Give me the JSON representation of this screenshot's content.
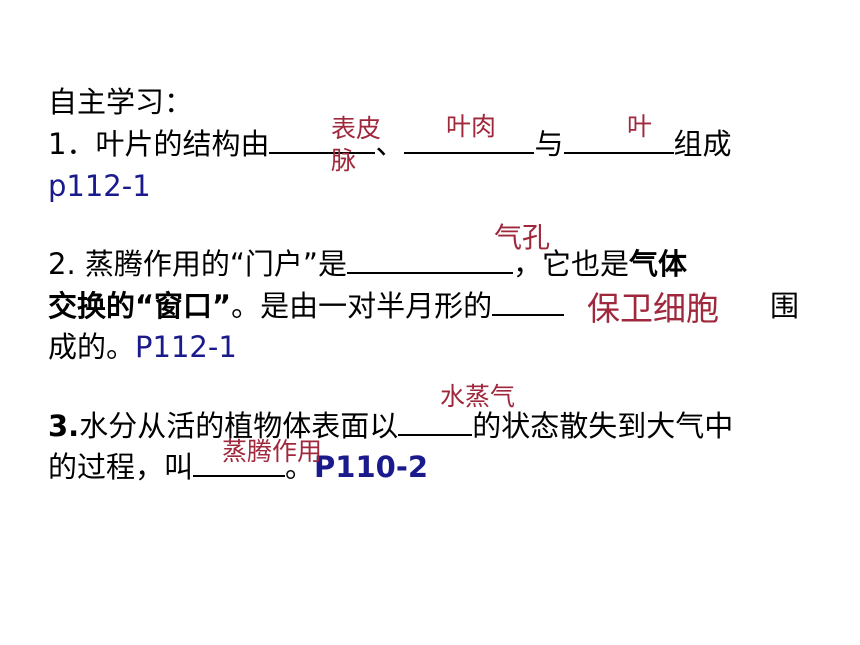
{
  "heading": "自主学习：",
  "q1": {
    "number": "1",
    "text_a": "．叶片的结构由",
    "sep1": "、",
    "sep2": "与",
    "text_b": "组成",
    "ref": "p112-1",
    "answer1_line1": "表皮",
    "answer1_line2": "脉",
    "answer2": "叶肉",
    "answer3": "叶"
  },
  "q2": {
    "number": "2",
    "text_a": ". 蒸腾作用的“门户”是",
    "text_b": "，它也是",
    "bold_a": "气体",
    "bold_b": "交换的“窗口”",
    "text_c": "。是由一对半月形的",
    "text_d": "围",
    "text_e": "成的。",
    "ref": "P112-1",
    "answer1": "气孔",
    "answer2": "保卫细胞"
  },
  "q3": {
    "number": "3.",
    "text_a": "水分从活的植物体表面以",
    "text_b": "的状态散失到大气中",
    "text_c": "的过程，叫",
    "text_d": "。",
    "ref": "P110-2",
    "answer1": "水蒸气",
    "answer2": "蒸腾作用"
  },
  "colors": {
    "text": "#000000",
    "reference": "#1a1a8c",
    "answer": "#a0283c",
    "background": "#ffffff"
  }
}
